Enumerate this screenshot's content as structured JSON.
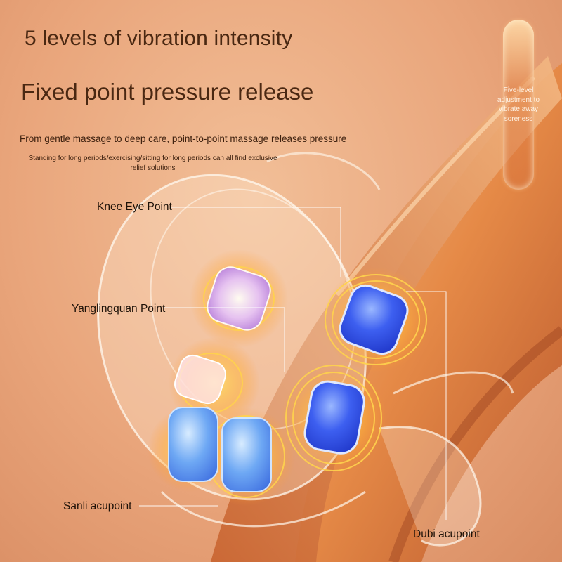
{
  "header": {
    "line1": "5 levels of vibration intensity",
    "line2": "Fixed point pressure release",
    "subtitle": "From gentle massage to deep care, point-to-point massage releases pressure",
    "note": "Standing for long periods/exercising/sitting for long periods can all find exclusive relief solutions"
  },
  "side_badge": {
    "text": "Five-level adjustment to vibrate away soreness"
  },
  "callouts": {
    "knee_eye": "Knee Eye Point",
    "yanglingquan": "Yanglingquan Point",
    "sanli": "Sanli acupoint",
    "dubi": "Dubi acupoint"
  },
  "colors": {
    "background": "#e9a57b",
    "skin": "#d9783c",
    "pad_blue": "#2c4fe0",
    "pad_violet": "#b57ae6",
    "glow": "#ffd24a"
  }
}
